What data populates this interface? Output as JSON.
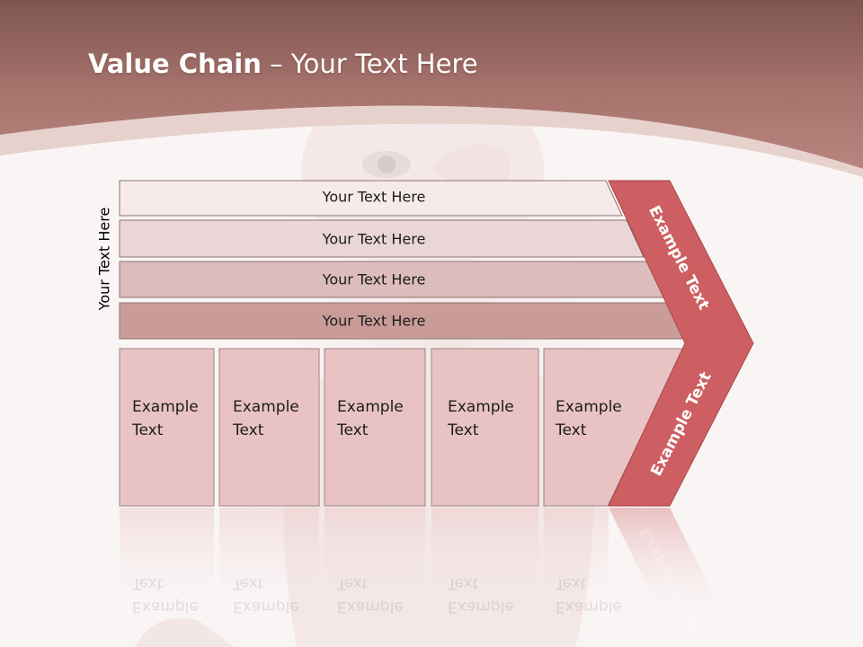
{
  "title": {
    "bold": "Value Chain",
    "rest": " – Your Text Here"
  },
  "side_label": "Your Text Here",
  "bars": [
    {
      "label": "Your Text Here"
    },
    {
      "label": "Your Text Here"
    },
    {
      "label": "Your Text Here"
    },
    {
      "label": "Your Text Here"
    }
  ],
  "cells": [
    {
      "line1": "Example",
      "line2": "Text"
    },
    {
      "line1": "Example",
      "line2": "Text"
    },
    {
      "line1": "Example",
      "line2": "Text"
    },
    {
      "line1": "Example",
      "line2": "Text"
    },
    {
      "line1": "Example",
      "line2": "Text"
    }
  ],
  "chevron": {
    "upper": "Example Text",
    "lower": "Example Text"
  },
  "colors": {
    "header": "#a8736d",
    "bar_1": "#f6eaea",
    "bar_2": "#ead6d6",
    "bar_3": "#dcbcbc",
    "bar_4": "#c99c98",
    "cells": "#e9c3c4",
    "chevron": "#cd5e61"
  }
}
